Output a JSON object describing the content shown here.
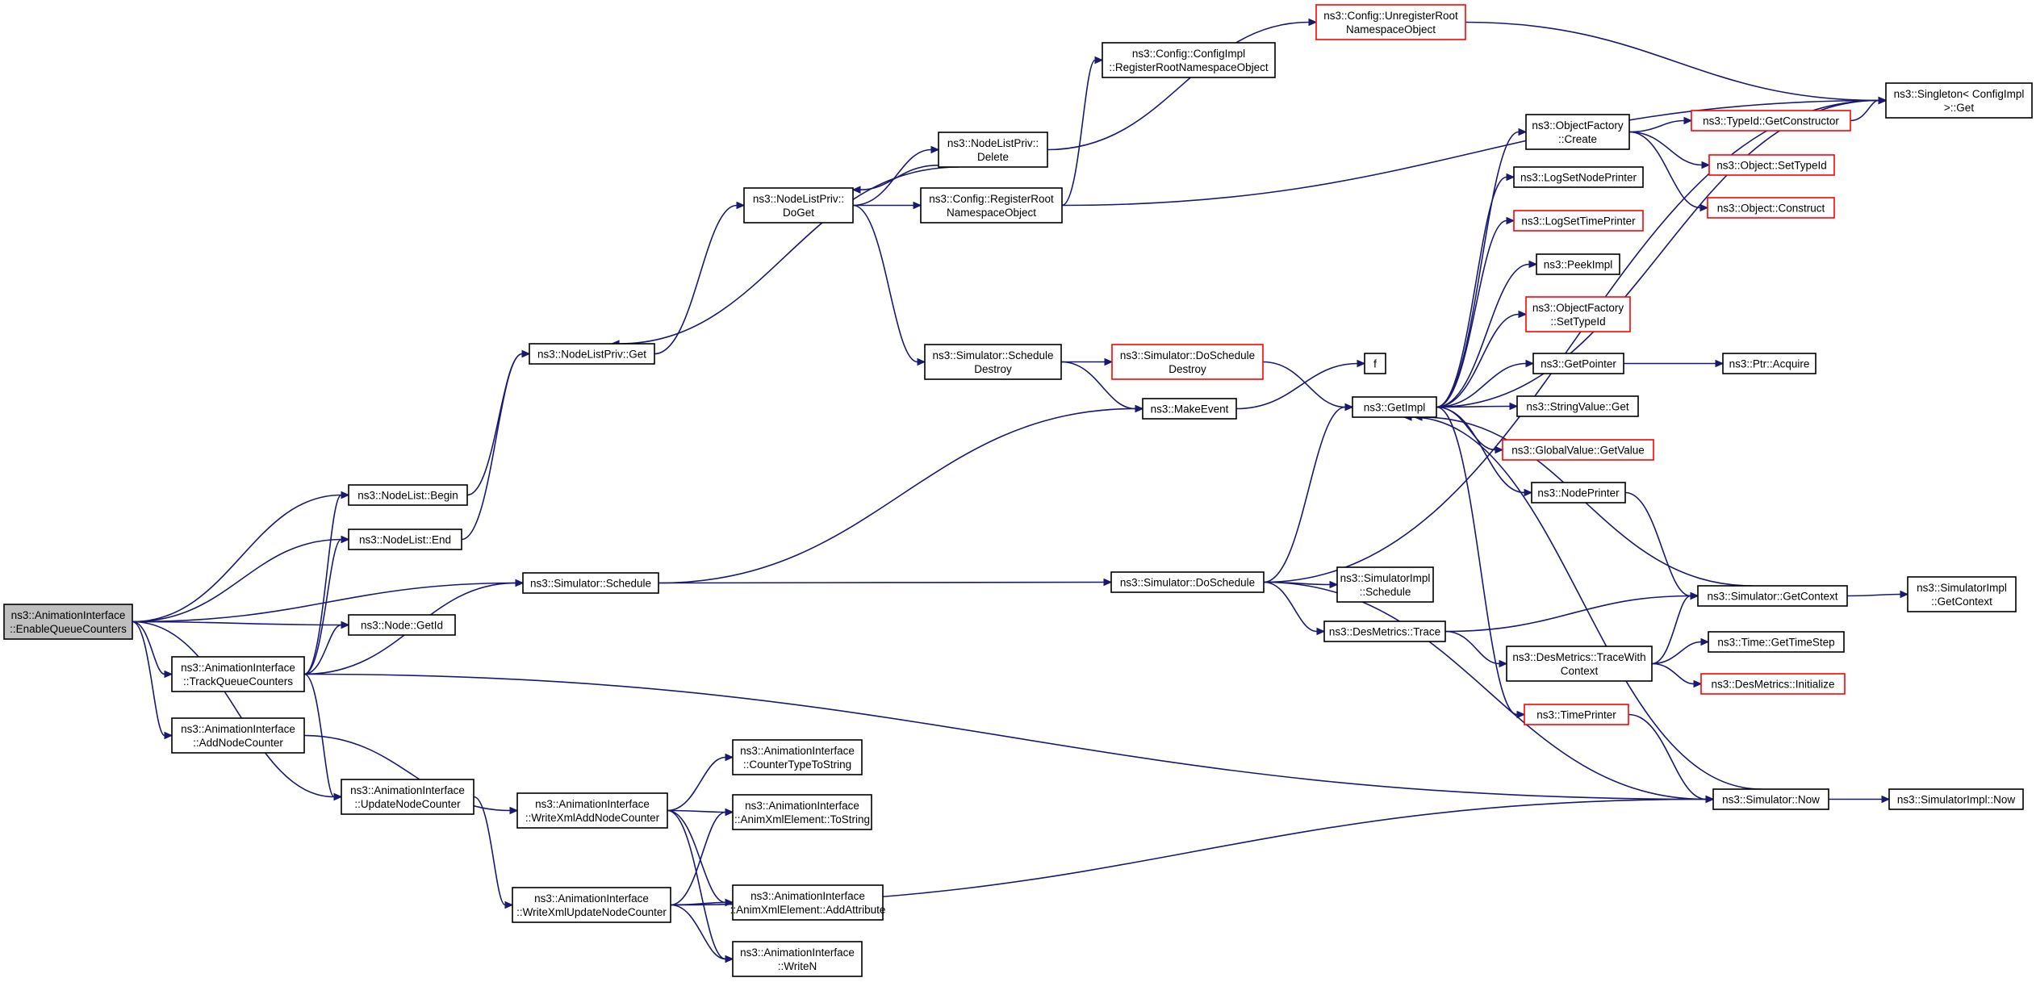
{
  "nodes": [
    {
      "id": "root",
      "label": [
        "ns3::AnimationInterface",
        "::EnableQueueCounters"
      ],
      "style": "root",
      "interactable": true
    },
    {
      "id": "nodelist_begin",
      "label": [
        "ns3::NodeList::Begin"
      ]
    },
    {
      "id": "nodelist_end",
      "label": [
        "ns3::NodeList::End"
      ]
    },
    {
      "id": "sim_schedule",
      "label": [
        "ns3::Simulator::Schedule"
      ]
    },
    {
      "id": "node_getid",
      "label": [
        "ns3::Node::GetId"
      ]
    },
    {
      "id": "track_queue",
      "label": [
        "ns3::AnimationInterface",
        "::TrackQueueCounters"
      ]
    },
    {
      "id": "add_node_counter",
      "label": [
        "ns3::AnimationInterface",
        "::AddNodeCounter"
      ]
    },
    {
      "id": "update_node_counter",
      "label": [
        "ns3::AnimationInterface",
        "::UpdateNodeCounter"
      ]
    },
    {
      "id": "nodelistpriv_get",
      "label": [
        "ns3::NodeListPriv::Get"
      ]
    },
    {
      "id": "nodelistpriv_doget",
      "label": [
        "ns3::NodeListPriv::",
        "DoGet"
      ]
    },
    {
      "id": "nodelistpriv_delete",
      "label": [
        "ns3::NodeListPriv::",
        "Delete"
      ]
    },
    {
      "id": "config_register",
      "label": [
        "ns3::Config::RegisterRoot",
        "NamespaceObject"
      ]
    },
    {
      "id": "configimpl_register",
      "label": [
        "ns3::Config::ConfigImpl",
        "::RegisterRootNamespaceObject"
      ]
    },
    {
      "id": "config_unregister",
      "label": [
        "ns3::Config::UnregisterRoot",
        "NamespaceObject"
      ],
      "style": "red"
    },
    {
      "id": "singleton_get",
      "label": [
        "ns3::Singleton< ConfigImpl",
        " >::Get"
      ]
    },
    {
      "id": "sim_schedule_destroy",
      "label": [
        "ns3::Simulator::Schedule",
        "Destroy"
      ]
    },
    {
      "id": "sim_doschedule_destroy",
      "label": [
        "ns3::Simulator::DoSchedule",
        "Destroy"
      ],
      "style": "red"
    },
    {
      "id": "make_event",
      "label": [
        "ns3::MakeEvent"
      ]
    },
    {
      "id": "f",
      "label": [
        "f"
      ]
    },
    {
      "id": "get_impl",
      "label": [
        "ns3::GetImpl"
      ]
    },
    {
      "id": "sim_doschedule",
      "label": [
        "ns3::Simulator::DoSchedule"
      ]
    },
    {
      "id": "simimpl_schedule",
      "label": [
        "ns3::SimulatorImpl",
        "::Schedule"
      ]
    },
    {
      "id": "desmetrics_trace",
      "label": [
        "ns3::DesMetrics::Trace"
      ]
    },
    {
      "id": "desmetrics_tracewith",
      "label": [
        "ns3::DesMetrics::TraceWith",
        "Context"
      ]
    },
    {
      "id": "time_printer",
      "label": [
        "ns3::TimePrinter"
      ],
      "style": "red"
    },
    {
      "id": "object_factory_create",
      "label": [
        "ns3::ObjectFactory",
        "::Create"
      ]
    },
    {
      "id": "log_set_node_printer",
      "label": [
        "ns3::LogSetNodePrinter"
      ]
    },
    {
      "id": "log_set_time_printer",
      "label": [
        "ns3::LogSetTimePrinter"
      ],
      "style": "red"
    },
    {
      "id": "peek_impl",
      "label": [
        "ns3::PeekImpl"
      ]
    },
    {
      "id": "object_factory_settypeid",
      "label": [
        "ns3::ObjectFactory",
        "::SetTypeId"
      ],
      "style": "red"
    },
    {
      "id": "get_pointer",
      "label": [
        "ns3::GetPointer"
      ]
    },
    {
      "id": "string_value_get",
      "label": [
        "ns3::StringValue::Get"
      ]
    },
    {
      "id": "global_value_getvalue",
      "label": [
        "ns3::GlobalValue::GetValue"
      ],
      "style": "red"
    },
    {
      "id": "node_printer",
      "label": [
        "ns3::NodePrinter"
      ]
    },
    {
      "id": "typeid_getconstructor",
      "label": [
        "ns3::TypeId::GetConstructor"
      ],
      "style": "red"
    },
    {
      "id": "object_settypeid",
      "label": [
        "ns3::Object::SetTypeId"
      ],
      "style": "red"
    },
    {
      "id": "object_construct",
      "label": [
        "ns3::Object::Construct"
      ],
      "style": "red"
    },
    {
      "id": "ptr_acquire",
      "label": [
        "ns3::Ptr::Acquire"
      ]
    },
    {
      "id": "sim_getcontext",
      "label": [
        "ns3::Simulator::GetContext"
      ]
    },
    {
      "id": "simimpl_getcontext",
      "label": [
        "ns3::SimulatorImpl",
        "::GetContext"
      ]
    },
    {
      "id": "time_gettimestep",
      "label": [
        "ns3::Time::GetTimeStep"
      ]
    },
    {
      "id": "desmetrics_initialize",
      "label": [
        "ns3::DesMetrics::Initialize"
      ],
      "style": "red"
    },
    {
      "id": "sim_now",
      "label": [
        "ns3::Simulator::Now"
      ]
    },
    {
      "id": "simimpl_now",
      "label": [
        "ns3::SimulatorImpl::Now"
      ]
    },
    {
      "id": "write_xml_add",
      "label": [
        "ns3::AnimationInterface",
        "::WriteXmlAddNodeCounter"
      ]
    },
    {
      "id": "write_xml_update",
      "label": [
        "ns3::AnimationInterface",
        "::WriteXmlUpdateNodeCounter"
      ]
    },
    {
      "id": "counter_type_tostring",
      "label": [
        "ns3::AnimationInterface",
        "::CounterTypeToString"
      ]
    },
    {
      "id": "anim_xml_tostring",
      "label": [
        "ns3::AnimationInterface",
        "::AnimXmlElement::ToString"
      ]
    },
    {
      "id": "anim_xml_addattribute",
      "label": [
        "ns3::AnimationInterface",
        "::AnimXmlElement::AddAttribute"
      ]
    },
    {
      "id": "write_n",
      "label": [
        "ns3::AnimationInterface",
        "::WriteN"
      ]
    }
  ],
  "edges": [
    [
      "root",
      "nodelist_begin"
    ],
    [
      "root",
      "nodelist_end"
    ],
    [
      "root",
      "sim_schedule"
    ],
    [
      "root",
      "node_getid"
    ],
    [
      "root",
      "track_queue"
    ],
    [
      "root",
      "add_node_counter"
    ],
    [
      "root",
      "update_node_counter"
    ],
    [
      "nodelist_begin",
      "nodelistpriv_get"
    ],
    [
      "nodelist_end",
      "nodelistpriv_get"
    ],
    [
      "track_queue",
      "nodelist_begin"
    ],
    [
      "track_queue",
      "nodelist_end"
    ],
    [
      "track_queue",
      "node_getid"
    ],
    [
      "track_queue",
      "sim_schedule"
    ],
    [
      "track_queue",
      "update_node_counter"
    ],
    [
      "track_queue",
      "sim_now"
    ],
    [
      "add_node_counter",
      "write_xml_add"
    ],
    [
      "update_node_counter",
      "write_xml_update"
    ],
    [
      "nodelistpriv_get",
      "nodelistpriv_doget"
    ],
    [
      "nodelistpriv_doget",
      "nodelistpriv_delete"
    ],
    [
      "nodelistpriv_delete",
      "nodelistpriv_doget"
    ],
    [
      "nodelistpriv_delete",
      "nodelistpriv_get"
    ],
    [
      "nodelistpriv_delete",
      "config_unregister"
    ],
    [
      "nodelistpriv_doget",
      "config_register"
    ],
    [
      "nodelistpriv_doget",
      "sim_schedule_destroy"
    ],
    [
      "config_register",
      "configimpl_register"
    ],
    [
      "config_register",
      "singleton_get"
    ],
    [
      "config_unregister",
      "singleton_get"
    ],
    [
      "sim_schedule_destroy",
      "sim_doschedule_destroy"
    ],
    [
      "sim_schedule_destroy",
      "make_event"
    ],
    [
      "sim_doschedule_destroy",
      "get_impl"
    ],
    [
      "make_event",
      "f"
    ],
    [
      "sim_schedule",
      "make_event"
    ],
    [
      "sim_schedule",
      "sim_doschedule"
    ],
    [
      "sim_doschedule",
      "get_impl"
    ],
    [
      "sim_doschedule",
      "simimpl_schedule"
    ],
    [
      "sim_doschedule",
      "desmetrics_trace"
    ],
    [
      "sim_doschedule",
      "singleton_get"
    ],
    [
      "sim_doschedule",
      "sim_now"
    ],
    [
      "desmetrics_trace",
      "desmetrics_tracewith"
    ],
    [
      "desmetrics_trace",
      "sim_getcontext"
    ],
    [
      "desmetrics_tracewith",
      "sim_getcontext"
    ],
    [
      "desmetrics_tracewith",
      "time_gettimestep"
    ],
    [
      "desmetrics_tracewith",
      "desmetrics_initialize"
    ],
    [
      "get_impl",
      "object_factory_create"
    ],
    [
      "get_impl",
      "log_set_node_printer"
    ],
    [
      "get_impl",
      "log_set_time_printer"
    ],
    [
      "get_impl",
      "peek_impl"
    ],
    [
      "get_impl",
      "object_factory_settypeid"
    ],
    [
      "get_impl",
      "get_pointer"
    ],
    [
      "get_impl",
      "string_value_get"
    ],
    [
      "get_impl",
      "global_value_getvalue"
    ],
    [
      "get_impl",
      "node_printer"
    ],
    [
      "get_impl",
      "time_printer"
    ],
    [
      "get_impl",
      "singleton_get"
    ],
    [
      "object_factory_create",
      "typeid_getconstructor"
    ],
    [
      "object_factory_create",
      "object_settypeid"
    ],
    [
      "object_factory_create",
      "object_construct"
    ],
    [
      "typeid_getconstructor",
      "singleton_get"
    ],
    [
      "get_pointer",
      "ptr_acquire"
    ],
    [
      "node_printer",
      "sim_getcontext"
    ],
    [
      "sim_getcontext",
      "get_impl"
    ],
    [
      "sim_getcontext",
      "simimpl_getcontext"
    ],
    [
      "time_printer",
      "sim_now"
    ],
    [
      "sim_now",
      "get_impl"
    ],
    [
      "sim_now",
      "simimpl_now"
    ],
    [
      "write_xml_add",
      "counter_type_tostring"
    ],
    [
      "write_xml_add",
      "anim_xml_tostring"
    ],
    [
      "write_xml_add",
      "anim_xml_addattribute"
    ],
    [
      "write_xml_add",
      "write_n"
    ],
    [
      "write_xml_update",
      "anim_xml_tostring"
    ],
    [
      "write_xml_update",
      "anim_xml_addattribute"
    ],
    [
      "write_xml_update",
      "write_n"
    ],
    [
      "write_xml_update",
      "sim_now"
    ]
  ]
}
